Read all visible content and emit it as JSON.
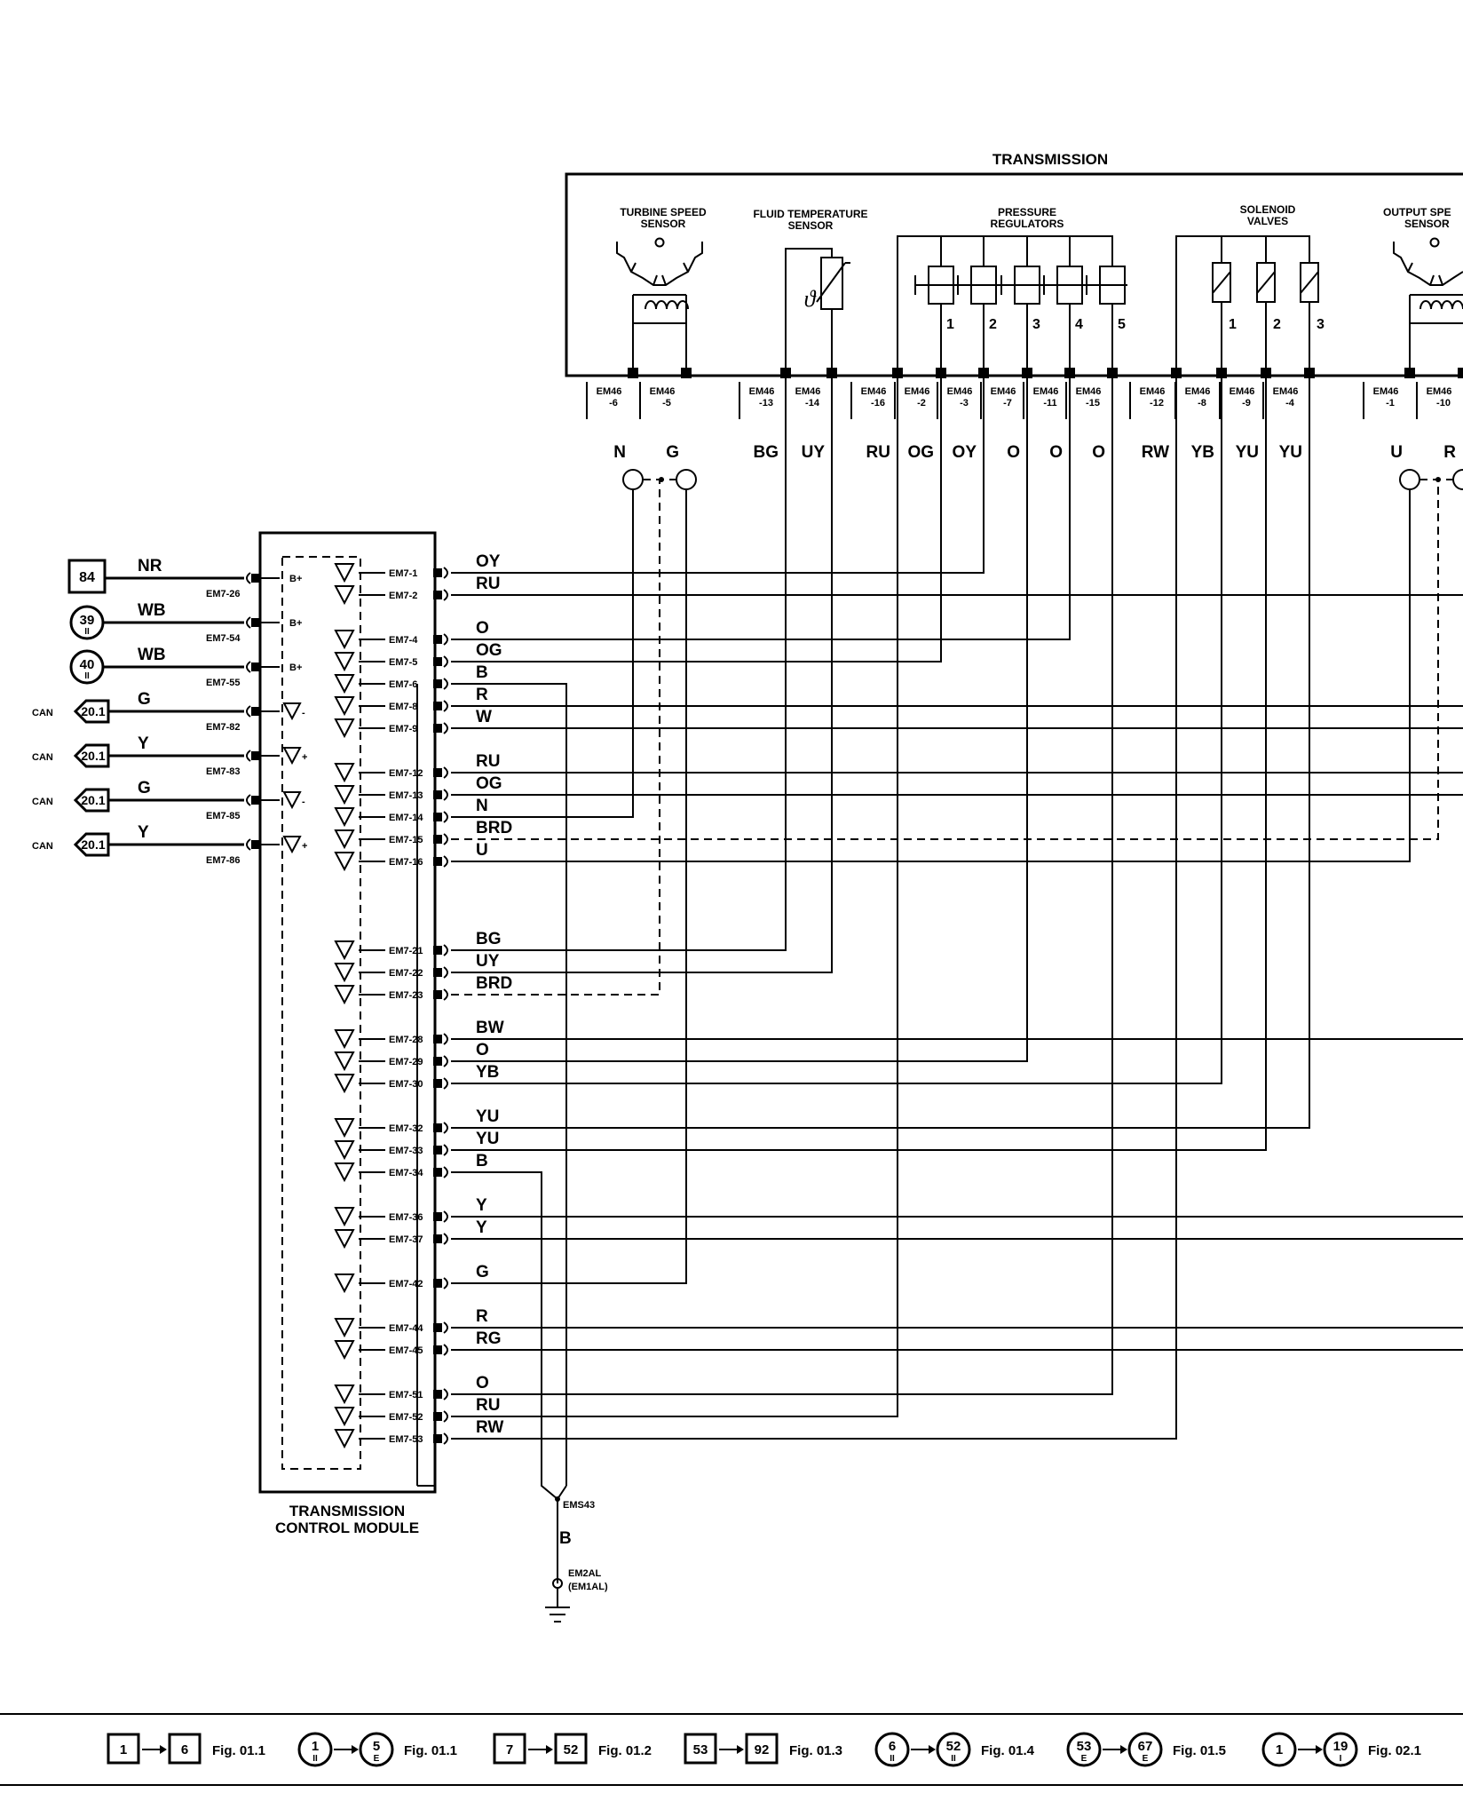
{
  "transmission": {
    "title": "TRANSMISSION",
    "turbine_sensor": [
      "TURBINE SPEED",
      "SENSOR"
    ],
    "fluid_sensor": [
      "FLUID TEMPERATURE",
      "SENSOR"
    ],
    "fluid_symbol": "ϑ",
    "pressure_regulators": [
      "PRESSURE",
      "REGULATORS"
    ],
    "regulator_numbers": [
      "1",
      "2",
      "3",
      "4",
      "5"
    ],
    "solenoid_valves": [
      "SOLENOID",
      "VALVES"
    ],
    "valve_numbers": [
      "1",
      "2",
      "3"
    ],
    "output_sensor": [
      "OUTPUT SPE",
      "SENSOR"
    ],
    "connectors": [
      [
        "EM46",
        "-6"
      ],
      [
        "EM46",
        "-5"
      ],
      [
        "EM46",
        "-13"
      ],
      [
        "EM46",
        "-14"
      ],
      [
        "EM46",
        "-16"
      ],
      [
        "EM46",
        "-2"
      ],
      [
        "EM46",
        "-3"
      ],
      [
        "EM46",
        "-7"
      ],
      [
        "EM46",
        "-11"
      ],
      [
        "EM46",
        "-15"
      ],
      [
        "EM46",
        "-12"
      ],
      [
        "EM46",
        "-8"
      ],
      [
        "EM46",
        "-9"
      ],
      [
        "EM46",
        "-4"
      ],
      [
        "EM46",
        "-1"
      ],
      [
        "EM46",
        "-10"
      ]
    ],
    "wire_colors": [
      "N",
      "G",
      "BG",
      "UY",
      "RU",
      "OG",
      "OY",
      "O",
      "O",
      "O",
      "RW",
      "YB",
      "YU",
      "YU",
      "U",
      "R"
    ]
  },
  "tcm": {
    "title": [
      "TRANSMISSION",
      "CONTROL MODULE"
    ],
    "left_inputs": [
      {
        "ref": "84",
        "sub": "",
        "prefix": "",
        "wire": "NR",
        "pin": "EM7-26",
        "label": "B+"
      },
      {
        "ref": "39",
        "sub": "II",
        "prefix": "",
        "wire": "WB",
        "pin": "EM7-54",
        "label": "B+"
      },
      {
        "ref": "40",
        "sub": "II",
        "prefix": "",
        "wire": "WB",
        "pin": "EM7-55",
        "label": "B+"
      },
      {
        "ref": "20.1",
        "sub": "",
        "prefix": "CAN",
        "wire": "G",
        "pin": "EM7-82",
        "label": "-"
      },
      {
        "ref": "20.1",
        "sub": "",
        "prefix": "CAN",
        "wire": "Y",
        "pin": "EM7-83",
        "label": "+"
      },
      {
        "ref": "20.1",
        "sub": "",
        "prefix": "CAN",
        "wire": "G",
        "pin": "EM7-85",
        "label": "-"
      },
      {
        "ref": "20.1",
        "sub": "",
        "prefix": "CAN",
        "wire": "Y",
        "pin": "EM7-86",
        "label": "+"
      }
    ],
    "right_pins": [
      {
        "pin": "EM7-1",
        "wire": "OY"
      },
      {
        "pin": "EM7-2",
        "wire": "RU"
      },
      {
        "pin": "EM7-4",
        "wire": "O"
      },
      {
        "pin": "EM7-5",
        "wire": "OG"
      },
      {
        "pin": "EM7-6",
        "wire": "B"
      },
      {
        "pin": "EM7-8",
        "wire": "R"
      },
      {
        "pin": "EM7-9",
        "wire": "W"
      },
      {
        "pin": "EM7-12",
        "wire": "RU"
      },
      {
        "pin": "EM7-13",
        "wire": "OG"
      },
      {
        "pin": "EM7-14",
        "wire": "N"
      },
      {
        "pin": "EM7-15",
        "wire": "BRD"
      },
      {
        "pin": "EM7-16",
        "wire": "U"
      },
      {
        "pin": "EM7-21",
        "wire": "BG"
      },
      {
        "pin": "EM7-22",
        "wire": "UY"
      },
      {
        "pin": "EM7-23",
        "wire": "BRD"
      },
      {
        "pin": "EM7-28",
        "wire": "BW"
      },
      {
        "pin": "EM7-29",
        "wire": "O"
      },
      {
        "pin": "EM7-30",
        "wire": "YB"
      },
      {
        "pin": "EM7-32",
        "wire": "YU"
      },
      {
        "pin": "EM7-33",
        "wire": "YU"
      },
      {
        "pin": "EM7-34",
        "wire": "B"
      },
      {
        "pin": "EM7-36",
        "wire": "Y"
      },
      {
        "pin": "EM7-37",
        "wire": "Y"
      },
      {
        "pin": "EM7-42",
        "wire": "G"
      },
      {
        "pin": "EM7-44",
        "wire": "R"
      },
      {
        "pin": "EM7-45",
        "wire": "RG"
      },
      {
        "pin": "EM7-51",
        "wire": "O"
      },
      {
        "pin": "EM7-52",
        "wire": "RU"
      },
      {
        "pin": "EM7-53",
        "wire": "RW"
      }
    ]
  },
  "ground": {
    "splice": "EMS43",
    "wire": "B",
    "point": [
      "EM2AL",
      "(EM1AL)"
    ]
  },
  "footer": [
    {
      "a": "1",
      "a_sub": "",
      "b": "6",
      "b_sub": "",
      "shape": "square",
      "fig": "Fig. 01.1"
    },
    {
      "a": "1",
      "a_sub": "II",
      "b": "5",
      "b_sub": "E",
      "shape": "circle",
      "fig": "Fig. 01.1"
    },
    {
      "a": "7",
      "a_sub": "",
      "b": "52",
      "b_sub": "",
      "shape": "square",
      "fig": "Fig. 01.2"
    },
    {
      "a": "53",
      "a_sub": "",
      "b": "92",
      "b_sub": "",
      "shape": "square",
      "fig": "Fig. 01.3"
    },
    {
      "a": "6",
      "a_sub": "II",
      "b": "52",
      "b_sub": "II",
      "shape": "circle",
      "fig": "Fig. 01.4"
    },
    {
      "a": "53",
      "a_sub": "E",
      "b": "67",
      "b_sub": "E",
      "shape": "circle",
      "fig": "Fig. 01.5"
    },
    {
      "a": "1",
      "a_sub": "",
      "b": "19",
      "b_sub": "I",
      "shape": "circle",
      "fig": "Fig. 02.1"
    }
  ]
}
